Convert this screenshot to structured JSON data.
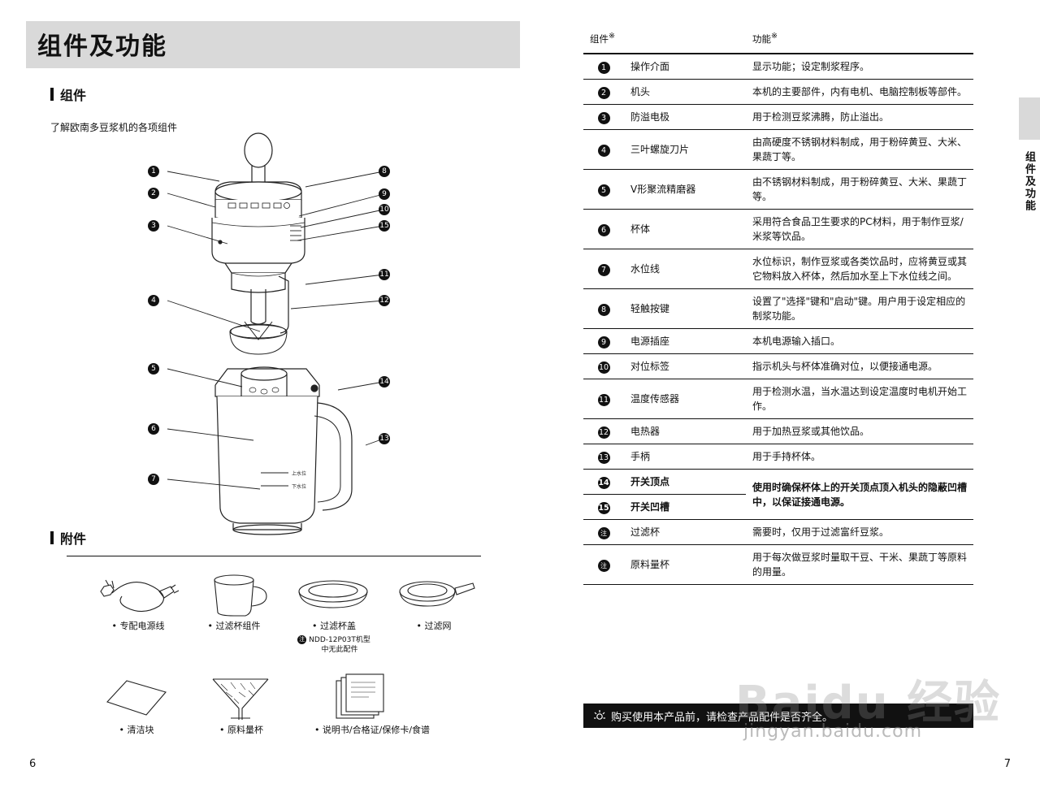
{
  "left": {
    "title": "组件及功能",
    "section1": "组件",
    "section1_note": "了解欧南多豆浆机的各项组件",
    "section2": "附件",
    "callouts": [
      "1",
      "2",
      "3",
      "4",
      "5",
      "6",
      "7",
      "8",
      "9",
      "10",
      "15",
      "11",
      "12",
      "14",
      "13"
    ],
    "jug_marks": [
      "上水位",
      "下水位"
    ],
    "accessories": [
      {
        "icon": "power-cord-icon",
        "caption": "• 专配电源线",
        "caption2": ""
      },
      {
        "icon": "filter-cup-icon",
        "caption": "• 过滤杯组件",
        "caption2": ""
      },
      {
        "icon": "filter-lid-icon",
        "caption": "• 过滤杯盖",
        "caption2": "NDD-12P03T机型\n中无此配件"
      },
      {
        "icon": "filter-net-icon",
        "caption": "• 过滤网",
        "caption2": ""
      },
      {
        "icon": "clean-block-icon",
        "caption": "• 清洁块",
        "caption2": ""
      },
      {
        "icon": "measuring-cup-icon",
        "caption": "• 原料量杯",
        "caption2": ""
      },
      {
        "icon": "manual-icon",
        "caption": "• 说明书/合格证/保修卡/食谱",
        "caption2": ""
      }
    ],
    "page_number": "6"
  },
  "right": {
    "table": {
      "headers": [
        "组件",
        "功能"
      ],
      "rows": [
        {
          "num": "1",
          "name": "操作介面",
          "desc": "显示功能；设定制浆程序。",
          "bold": false
        },
        {
          "num": "2",
          "name": "机头",
          "desc": "本机的主要部件，内有电机、电脑控制板等部件。",
          "bold": false
        },
        {
          "num": "3",
          "name": "防溢电极",
          "desc": "用于检测豆浆沸腾，防止溢出。",
          "bold": false
        },
        {
          "num": "4",
          "name": "三叶螺旋刀片",
          "desc": "由高硬度不锈钢材料制成，用于粉碎黄豆、大米、果蔬丁等。",
          "bold": false
        },
        {
          "num": "5",
          "name": "V形聚流精磨器",
          "desc": "由不锈钢材料制成，用于粉碎黄豆、大米、果蔬丁等。",
          "bold": false
        },
        {
          "num": "6",
          "name": "杯体",
          "desc": "采用符合食品卫生要求的PC材料，用于制作豆浆/米浆等饮品。",
          "bold": false
        },
        {
          "num": "7",
          "name": "水位线",
          "desc": "水位标识，制作豆浆或各类饮品时，应将黄豆或其它物料放入杯体，然后加水至上下水位线之间。",
          "bold": false
        },
        {
          "num": "8",
          "name": "轻触按键",
          "desc": "设置了\"选择\"键和\"启动\"键。用户用于设定相应的制浆功能。",
          "bold": false
        },
        {
          "num": "9",
          "name": "电源插座",
          "desc": "本机电源输入插口。",
          "bold": false
        },
        {
          "num": "10",
          "name": "对位标签",
          "desc": "指示机头与杯体准确对位，以便接通电源。",
          "bold": false
        },
        {
          "num": "11",
          "name": "温度传感器",
          "desc": "用于检测水温，当水温达到设定温度时电机开始工作。",
          "bold": false
        },
        {
          "num": "12",
          "name": "电热器",
          "desc": "用于加热豆浆或其他饮品。",
          "bold": false
        },
        {
          "num": "13",
          "name": "手柄",
          "desc": "用于手持杯体。",
          "bold": false
        },
        {
          "num": "14",
          "name": "开关顶点",
          "desc": "使用时确保杯体上的开关顶点顶入机头的隐蔽凹槽中，以保证接通电源。",
          "bold": true
        },
        {
          "num": "15",
          "name": "开关凹槽",
          "desc": "",
          "bold": true
        },
        {
          "num": "注",
          "name": "过滤杯",
          "desc": "需要时，仅用于过滤富纤豆浆。",
          "bold": false
        },
        {
          "num": "注",
          "name": "原料量杯",
          "desc": "用于每次做豆浆时量取干豆、干米、果蔬丁等原料的用量。",
          "bold": false
        }
      ]
    },
    "notice": "购买使用本产品前，请检查产品配件是否齐全。",
    "tab_label": "组件及功能",
    "page_number": "7",
    "watermark1": "Baidu 经验",
    "watermark2": "jingyan.baidu.com"
  }
}
